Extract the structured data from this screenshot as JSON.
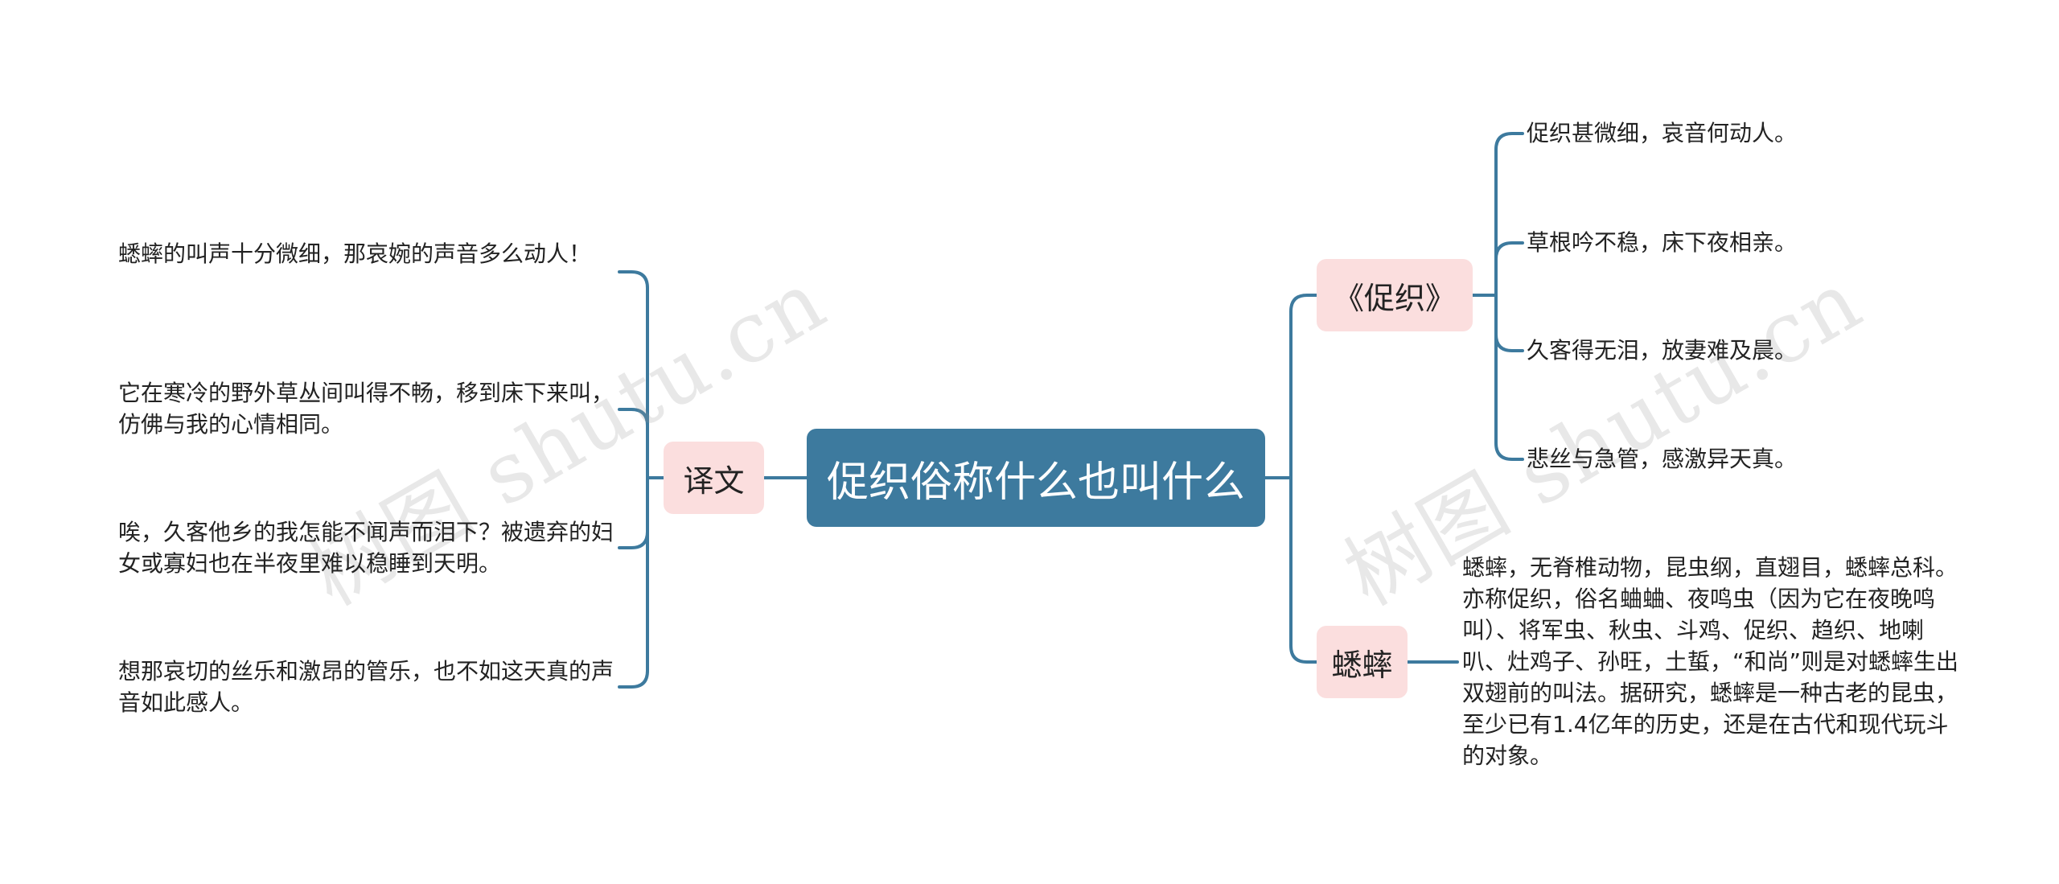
{
  "colors": {
    "root_fill": "#3d7a9e",
    "branch_fill": "#fbdede",
    "connector": "#3d7a9e",
    "watermark": "#969696"
  },
  "watermark": {
    "text": "树图 shutu.cn"
  },
  "root": {
    "label": "促织俗称什么也叫什么"
  },
  "left_branch": {
    "label": "译文",
    "leaves": [
      "蟋蟀的叫声十分微细，那哀婉的声音多么动人！",
      "它在寒冷的野外草丛间叫得不畅，移到床下来叫，仿佛与我的心情相同。",
      "唉，久客他乡的我怎能不闻声而泪下？被遗弃的妇女或寡妇也在半夜里难以稳睡到天明。",
      "想那哀切的丝乐和激昂的管乐，也不如这天真的声音如此感人。"
    ]
  },
  "right_branch_poem": {
    "label": "《促织》",
    "leaves": [
      "促织甚微细，哀音何动人。",
      "草根吟不稳，床下夜相亲。",
      "久客得无泪，放妻难及晨。",
      "悲丝与急管，感激异天真。"
    ]
  },
  "right_branch_cricket": {
    "label": "蟋蟀",
    "text": "蟋蟀，无脊椎动物，昆虫纲，直翅目，蟋蟀总科。亦称促织，俗名蛐蛐、夜鸣虫（因为它在夜晚鸣叫）、将军虫、秋虫、斗鸡、促织、趋织、地喇叭、灶鸡子、孙旺，土蜇，“和尚”则是对蟋蟀生出双翅前的叫法。据研究，蟋蟀是一种古老的昆虫，至少已有1.4亿年的历史，还是在古代和现代玩斗的对象。"
  }
}
